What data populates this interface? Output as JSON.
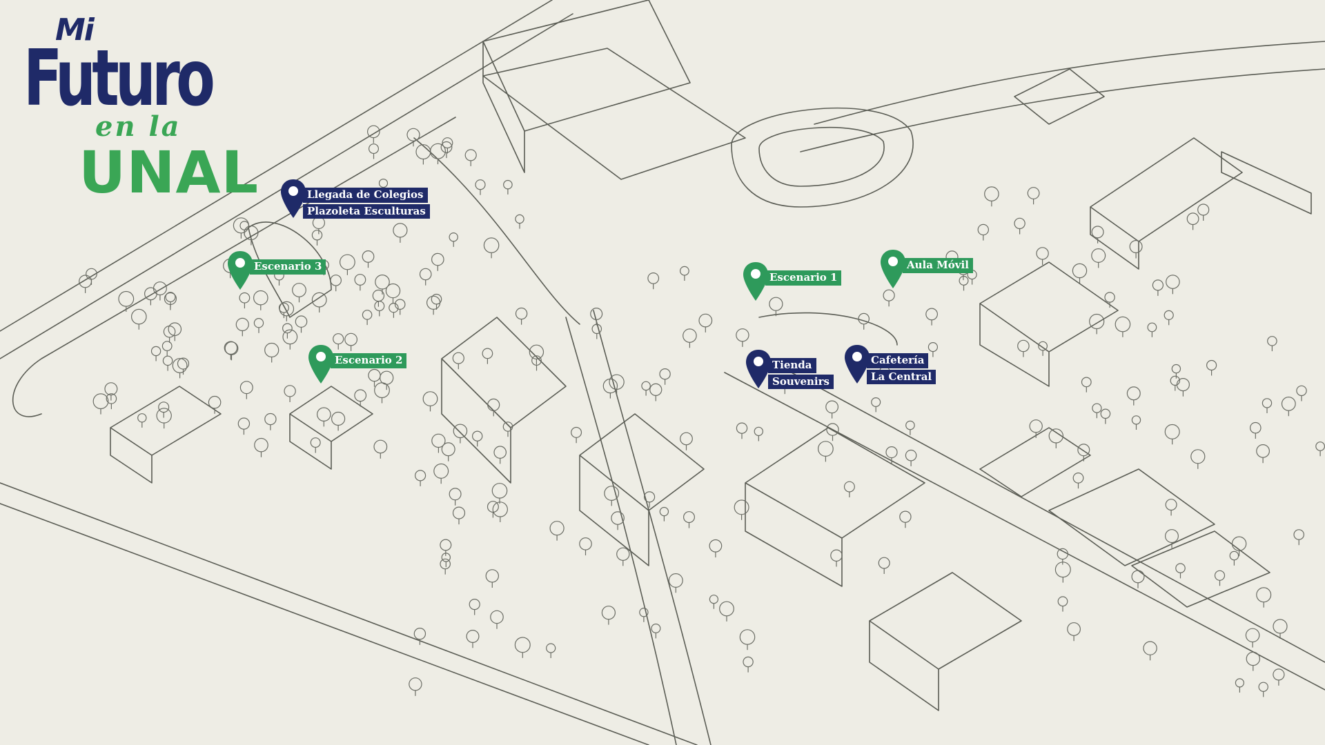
{
  "logo": {
    "mi": "Mi",
    "futuro": "Futuro",
    "en_la": "en la",
    "unal": "UNAL"
  },
  "colors": {
    "navy": "#1f2a68",
    "green": "#3aa655",
    "pin_green": "#2e9a5b",
    "paper": "#eeede5",
    "ink": "#55574e"
  },
  "pins": {
    "llegada": {
      "line1": "Llegada de Colegios",
      "line2": "Plazoleta Esculturas",
      "color": "navy"
    },
    "escenario3": {
      "line1": "Escenario 3",
      "color": "green"
    },
    "escenario2": {
      "line1": "Escenario 2",
      "color": "green"
    },
    "escenario1": {
      "line1": "Escenario 1",
      "color": "green"
    },
    "aula_movil": {
      "line1": "Aula Móvil",
      "color": "green"
    },
    "tienda": {
      "line1": "Tienda",
      "line2": "Souvenirs",
      "color": "navy"
    },
    "cafeteria": {
      "line1": "Cafetería",
      "line2": "La Central",
      "color": "navy"
    }
  }
}
